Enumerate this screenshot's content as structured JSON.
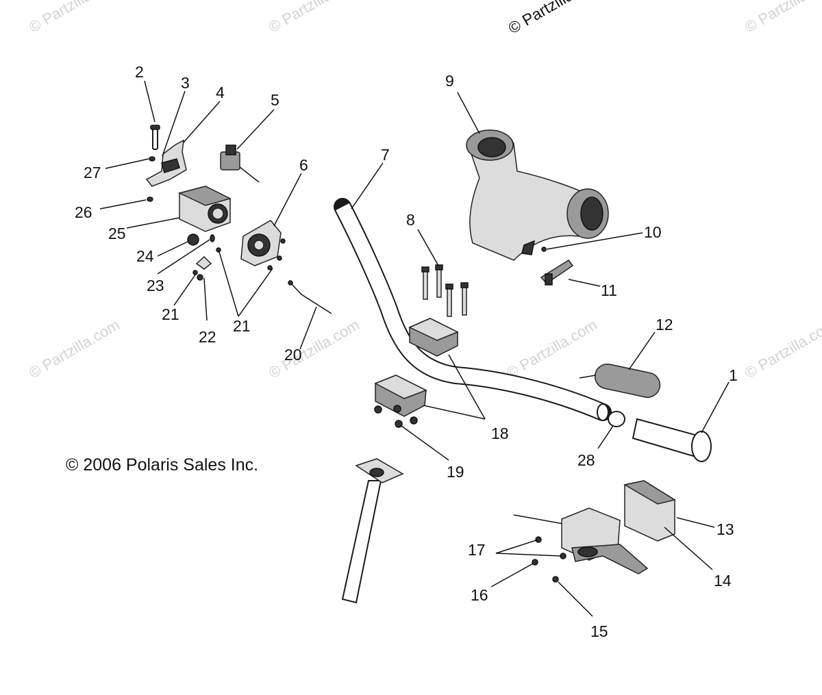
{
  "copyright": "© 2006 Polaris Sales Inc.",
  "watermark": "© Partzilla.com",
  "watermark_top": "© Partzilla",
  "callouts": [
    "1",
    "2",
    "3",
    "4",
    "5",
    "6",
    "7",
    "8",
    "9",
    "10",
    "11",
    "12",
    "13",
    "14",
    "15",
    "16",
    "17",
    "18",
    "19",
    "20",
    "21",
    "21",
    "22",
    "23",
    "24",
    "25",
    "26",
    "27",
    "28"
  ]
}
